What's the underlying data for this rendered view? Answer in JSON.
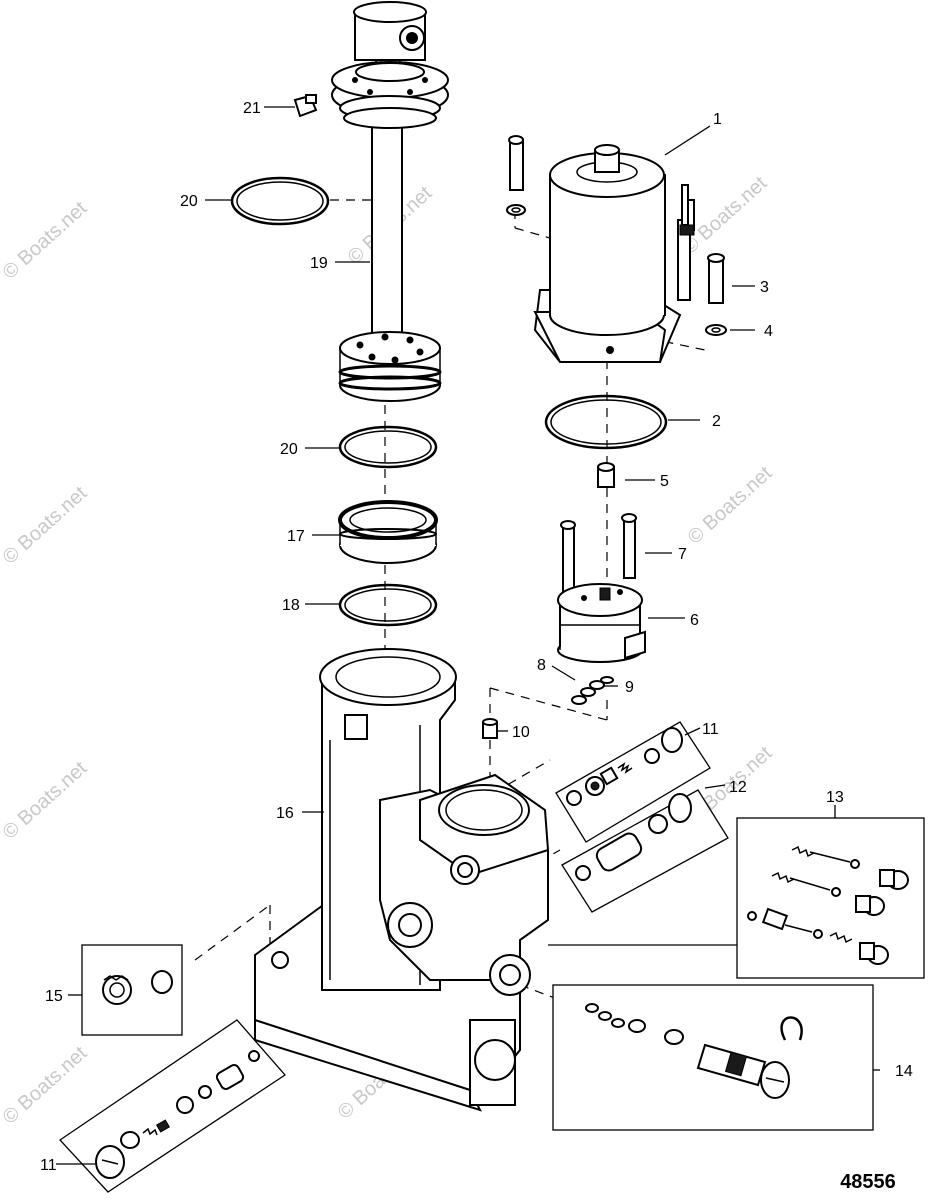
{
  "callouts": {
    "c1": "1",
    "c2": "2",
    "c3": "3",
    "c4": "4",
    "c5": "5",
    "c6": "6",
    "c7": "7",
    "c8": "8",
    "c9": "9",
    "c10": "10",
    "c11a": "11",
    "c11b": "11",
    "c12": "12",
    "c13": "13",
    "c14": "14",
    "c15": "15",
    "c16": "16",
    "c17": "17",
    "c18": "18",
    "c19": "19",
    "c20a": "20",
    "c20b": "20",
    "c21": "21"
  },
  "figure_number": "48556",
  "watermark": "© Boats.net"
}
